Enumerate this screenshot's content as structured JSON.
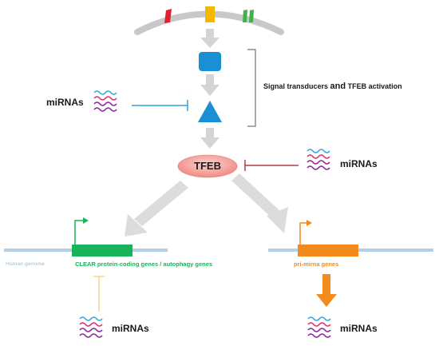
{
  "labels": {
    "mirna_label": "miRNAs",
    "signal_text_small_1": "Signal transducers ",
    "signal_text_big": "and",
    "signal_text_small_2": " TFEB activation",
    "tfeb": "TFEB",
    "human_genome": "Human genome",
    "clear_genes": "CLEAR protein-coding genes / autophagy genes",
    "pri_mirna_genes": "pri-mirna genes"
  },
  "colors": {
    "membrane": "#c8c8c8",
    "arrow_gray": "#d4d4d4",
    "transducer_blue": "#1b8fd4",
    "inhibit_blue": "#2aa4dc",
    "inhibit_red": "#b83a3a",
    "inhibit_yellow": "#f3d98a",
    "tfeb_fill": "#f4a7a0",
    "genome_line": "#b4d0e4",
    "gene_green": "#19b35a",
    "gene_orange": "#f28a1e",
    "receptor_red": "#e0202a",
    "receptor_yellow": "#f5b800",
    "receptor_green": "#3db34a",
    "wave_blue": "#35a8e0",
    "wave_pink": "#e0307a",
    "wave_purple": "#8a2a9a"
  },
  "icons": [
    "membrane-arc",
    "receptor-red",
    "receptor-yellow",
    "receptor-green",
    "transducer-square",
    "transducer-triangle",
    "tfeb-ellipse",
    "mirna-waves"
  ]
}
